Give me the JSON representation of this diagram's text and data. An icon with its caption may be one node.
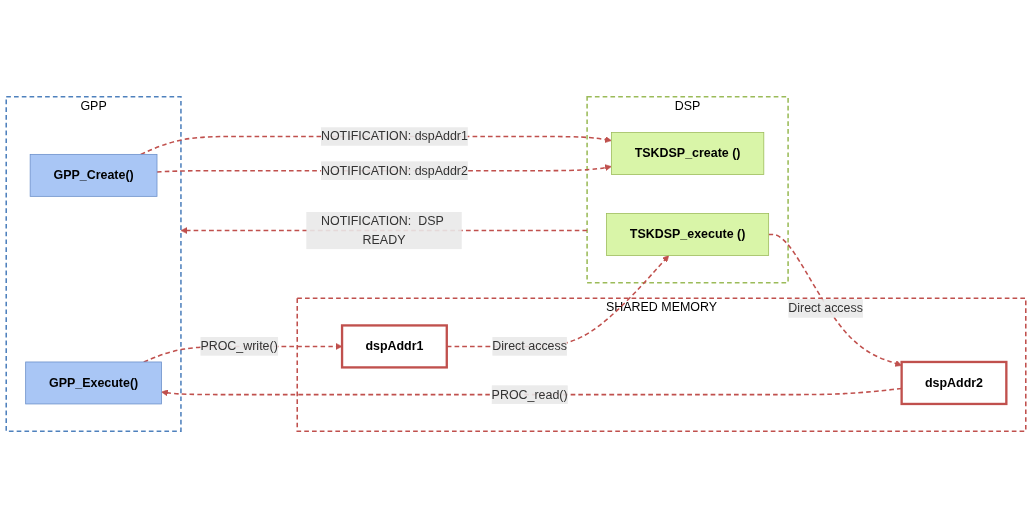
{
  "diagram": {
    "nodes": [
      {
        "text": [
          "GPP"
        ]
      },
      {
        "text": [
          "GPP_Create()"
        ],
        "in": 0
      },
      {
        "text": [
          "GPP_Execute()"
        ],
        "in": 0
      },
      {
        "text": [
          "SHARED MEMORY"
        ]
      },
      {
        "text": [
          "dspAddr1"
        ],
        "in": 3
      },
      {
        "text": [
          "dspAddr2"
        ],
        "in": 3
      },
      {
        "text": [
          "DSP"
        ]
      },
      {
        "text": [
          "TSKDSP_create ()"
        ],
        "in": 6
      },
      {
        "text": [
          "TSKDSP_execute ()"
        ],
        "in": 6
      }
    ],
    "edges": [
      {
        "from": 6,
        "to": 0,
        "arrow": "to",
        "label": "NOTIFICATION:  DSP READY",
        "style": "dashed"
      },
      {
        "from": 1,
        "to": 7,
        "arrow": "to",
        "label": "NOTIFICATION:  dspAddr1",
        "style": "dashed"
      },
      {
        "from": 1,
        "to": 7,
        "arrow": "to",
        "label": "NOTIFICATION:  dspAddr2",
        "style": "dashed"
      },
      {
        "from": 2,
        "to": 4,
        "arrow": "to",
        "label": "PROC_write()",
        "style": "dashed"
      },
      {
        "from": 4,
        "to": 8,
        "arrow": "to",
        "label": "Direct access",
        "style": "dashed"
      },
      {
        "from": 8,
        "to": 5,
        "arrow": "to",
        "label": "Direct access",
        "style": "dashed"
      },
      {
        "from": 5,
        "to": 2,
        "arrow": "to",
        "label": "PROC_read()",
        "style": "dashed"
      }
    ]
  }
}
